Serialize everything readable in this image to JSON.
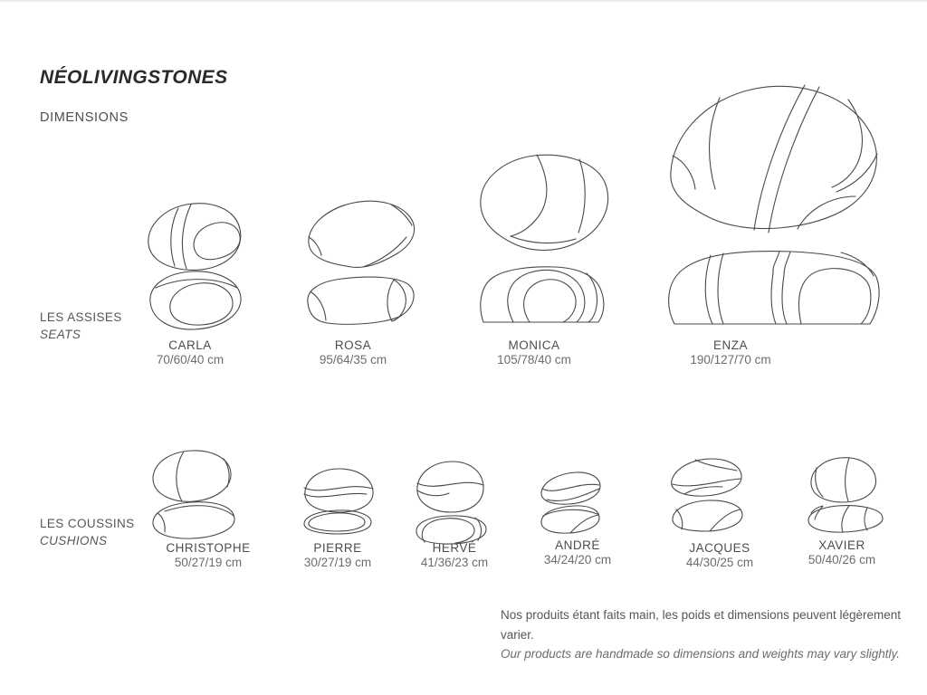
{
  "page": {
    "title": "NÉOLIVINGSTONES",
    "subtitle": "DIMENSIONS"
  },
  "sections": {
    "seats": {
      "label_fr": "LES ASSISES",
      "label_en": "SEATS",
      "products": [
        {
          "name": "CARLA",
          "dimensions": "70/60/40 cm"
        },
        {
          "name": "ROSA",
          "dimensions": "95/64/35 cm"
        },
        {
          "name": "MONICA",
          "dimensions": "105/78/40 cm"
        },
        {
          "name": "ENZA",
          "dimensions": "190/127/70 cm"
        }
      ]
    },
    "cushions": {
      "label_fr": "LES COUSSINS",
      "label_en": "CUSHIONS",
      "products": [
        {
          "name": "CHRISTOPHE",
          "dimensions": "50/27/19 cm"
        },
        {
          "name": "PIERRE",
          "dimensions": "30/27/19 cm"
        },
        {
          "name": "HERVÉ",
          "dimensions": "41/36/23 cm"
        },
        {
          "name": "ANDRÉ",
          "dimensions": "34/24/20 cm"
        },
        {
          "name": "JACQUES",
          "dimensions": "44/30/25 cm"
        },
        {
          "name": "XAVIER",
          "dimensions": "50/40/26 cm"
        }
      ]
    }
  },
  "footer": {
    "note_fr": "Nos produits étant faits main, les poids et dimensions peuvent légèrement varier.",
    "note_en": "Our products are handmade so dimensions and weights may vary slightly."
  },
  "colors": {
    "title": "#2a2a2c",
    "heading": "#4c4d50",
    "text": "#55565a",
    "dim-text": "#6b6c70",
    "line": "#47484b"
  }
}
